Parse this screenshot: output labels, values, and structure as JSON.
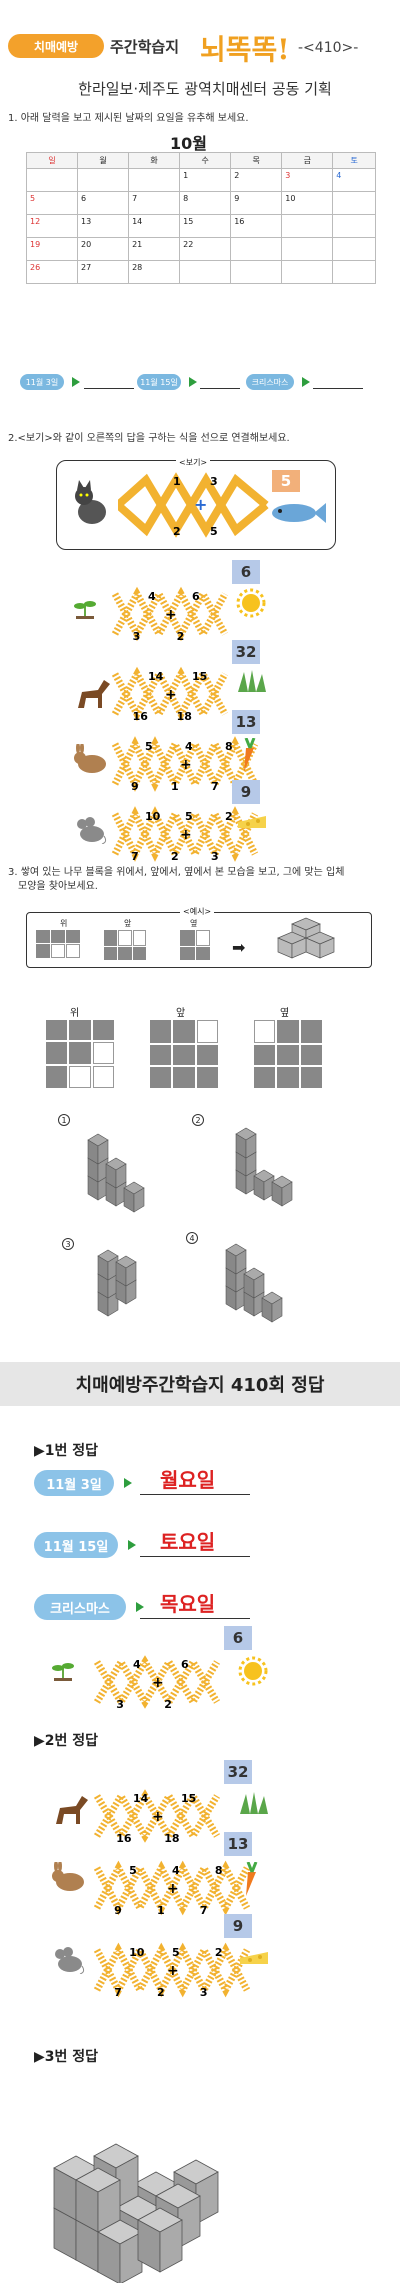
{
  "header": {
    "badge": "치매예방",
    "title": "주간학습지",
    "logo": "뇌똑똑!",
    "issue": "-<410>-",
    "subtitle": "한라일보·제주도 광역치매센터 공동 기획"
  },
  "q1": {
    "text": "1. 아래 달력을 보고 제시된 날짜의 요일을 유추해 보세요.",
    "month": "10월",
    "weekdays": [
      "일",
      "월",
      "화",
      "수",
      "목",
      "금",
      "토"
    ],
    "rows": [
      [
        "",
        "",
        "",
        "1",
        "2",
        "3",
        "4"
      ],
      [
        "5",
        "6",
        "7",
        "8",
        "9",
        "10",
        ""
      ],
      [
        "12",
        "13",
        "14",
        "15",
        "16",
        "",
        ""
      ],
      [
        "19",
        "20",
        "21",
        "22",
        "",
        "",
        ""
      ],
      [
        "26",
        "27",
        "28",
        "",
        "",
        "",
        ""
      ]
    ],
    "chips": [
      "11월 3일",
      "11월 15일",
      "크리스마스"
    ]
  },
  "q2": {
    "text": "2.<보기>와 같이 오른쪽의 답을 구하는 식을 선으로 연결해보세요.",
    "example_label": "<보기>",
    "example": {
      "top": [
        "1",
        "3"
      ],
      "bottom": [
        "2",
        "5"
      ],
      "op": "+",
      "answer": "5"
    },
    "items": [
      {
        "answer": "6",
        "top": [
          "4",
          "6"
        ],
        "bottom": [
          "3",
          "2"
        ],
        "op": "+",
        "icon": "sprout-icon"
      },
      {
        "answer": "32",
        "top": [
          "14",
          "15"
        ],
        "bottom": [
          "16",
          "18"
        ],
        "op": "+",
        "icon": "horse-icon"
      },
      {
        "answer": "13",
        "top": [
          "5",
          "4",
          "8"
        ],
        "bottom": [
          "9",
          "1",
          "7"
        ],
        "op": "+",
        "icon": "rabbit-icon"
      },
      {
        "answer": "9",
        "top": [
          "10",
          "5",
          "2"
        ],
        "bottom": [
          "7",
          "2",
          "3"
        ],
        "op": "+",
        "icon": "mouse-icon"
      }
    ]
  },
  "q3": {
    "text1": "3. 쌓여 있는 나무 블록을 위에서, 앞에서, 옆에서 본 모습을 보고, 그에 맞는 입체",
    "text2": "모양을 찾아보세요.",
    "example_label": "<예시>",
    "views": [
      "위",
      "앞",
      "옆"
    ],
    "options": [
      "1",
      "2",
      "3",
      "4"
    ]
  },
  "answers": {
    "title": "치매예방주간학습지 410회 정답",
    "sec1": "▶1번 정답",
    "sec2": "▶2번 정답",
    "sec3": "▶3번 정답",
    "day_answers": [
      {
        "chip": "11월 3일",
        "day": "월요일"
      },
      {
        "chip": "11월 15일",
        "day": "토요일"
      },
      {
        "chip": "크리스마스",
        "day": "목요일"
      }
    ],
    "zig": [
      {
        "answer": "6",
        "top": [
          "4",
          "6"
        ],
        "bottom": [
          "3",
          "2"
        ],
        "op": "+"
      },
      {
        "answer": "32",
        "top": [
          "14",
          "15"
        ],
        "bottom": [
          "16",
          "18"
        ],
        "op": "+"
      },
      {
        "answer": "13",
        "top": [
          "5",
          "4",
          "8"
        ],
        "bottom": [
          "9",
          "1",
          "7"
        ],
        "op": "+"
      },
      {
        "answer": "9",
        "top": [
          "10",
          "5",
          "2"
        ],
        "bottom": [
          "7",
          "2",
          "3"
        ],
        "op": "+"
      }
    ]
  }
}
